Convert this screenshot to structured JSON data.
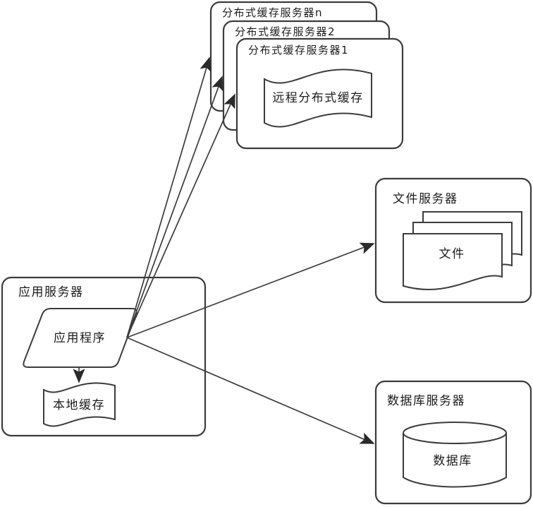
{
  "diagram": {
    "colors": {
      "background": "#ffffff",
      "stroke": "#3c3c3c",
      "shape_fill": "#ffffff",
      "text": "#1c1c1c"
    },
    "nodes": {
      "cache_server_n": {
        "label": "分布式缓存服务器n",
        "shape": "rounded-rect"
      },
      "cache_server_2": {
        "label": "分布式缓存服务器2",
        "shape": "rounded-rect"
      },
      "cache_server_1": {
        "label": "分布式缓存服务器1",
        "shape": "rounded-rect"
      },
      "remote_cache": {
        "label": "远程分布式缓存",
        "shape": "tape"
      },
      "file_server": {
        "label": "文件服务器",
        "shape": "rounded-rect"
      },
      "file": {
        "label": "文件",
        "shape": "multi-document"
      },
      "app_server": {
        "label": "应用服务器",
        "shape": "rounded-rect"
      },
      "application": {
        "label": "应用程序",
        "shape": "parallelogram"
      },
      "local_cache": {
        "label": "本地缓存",
        "shape": "tape"
      },
      "db_server": {
        "label": "数据库服务器",
        "shape": "rounded-rect"
      },
      "database": {
        "label": "数据库",
        "shape": "cylinder"
      }
    },
    "edges": [
      {
        "from": "应用程序",
        "to": "分布式缓存服务器n",
        "arrow": true
      },
      {
        "from": "应用程序",
        "to": "分布式缓存服务器2",
        "arrow": true
      },
      {
        "from": "应用程序",
        "to": "分布式缓存服务器1",
        "arrow": true
      },
      {
        "from": "应用程序",
        "to": "文件服务器",
        "arrow": true
      },
      {
        "from": "应用程序",
        "to": "数据库服务器",
        "arrow": true
      },
      {
        "from": "应用程序",
        "to": "本地缓存",
        "arrow": true
      }
    ]
  }
}
